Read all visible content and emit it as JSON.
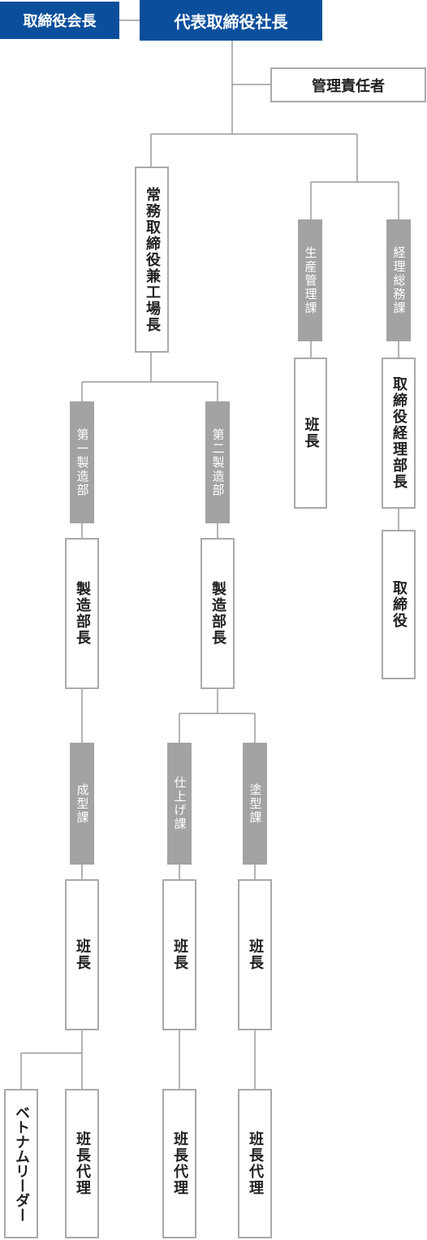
{
  "top": {
    "chairman": "取締役会長",
    "president": "代表取締役社長",
    "manager": "管理責任者"
  },
  "director": "常務取締役兼工場長",
  "production_dept": {
    "dept1": "第一製造部",
    "dept1_head": "製造部長",
    "dept2": "第二製造部",
    "dept2_head": "製造部長",
    "molding": "成型課",
    "molding_leader": "班長",
    "vietnam_leader": "ベトナムリーダー",
    "molding_deputy": "班長代理",
    "finishing": "仕上げ課",
    "finishing_leader": "班長",
    "finishing_deputy": "班長代理",
    "painting": "塗型課",
    "painting_leader": "班長",
    "painting_deputy": "班長代理"
  },
  "production_control": {
    "section": "生産管理課",
    "leader": "班長"
  },
  "accounting": {
    "section": "経理総務課",
    "head": "取締役経理部長",
    "director": "取締役"
  },
  "colors": {
    "blue": "#0b4f9c",
    "gray_fill": "#a3a3a3",
    "border": "#a9a9a9",
    "line": "#9a9a9a"
  }
}
